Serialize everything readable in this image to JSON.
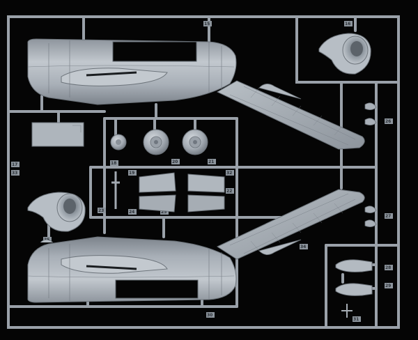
{
  "photo": {
    "subject": "plastic model kit sprue",
    "colors": {
      "background": "#050505",
      "plastic": "#a9b0b8",
      "plastic_light": "#c4cad0",
      "plastic_shadow": "#7c838b",
      "panel_line": "#5f666d",
      "label_tag": "#8c949c"
    }
  },
  "part_numbers": {
    "tag_1": "15",
    "tag_2": "16",
    "tag_3": "17",
    "tag_4": "18",
    "tag_5": "19",
    "tag_6": "20",
    "tag_7": "21",
    "tag_8": "22",
    "tag_9": "23",
    "tag_10": "24",
    "tag_11": "25",
    "tag_12": "26",
    "tag_13": "27",
    "tag_14": "28",
    "tag_15": "29",
    "tag_16": "30",
    "tag_17": "31",
    "tag_18": "32",
    "tag_19": "33",
    "tag_20": "34",
    "tag_21": "35"
  }
}
